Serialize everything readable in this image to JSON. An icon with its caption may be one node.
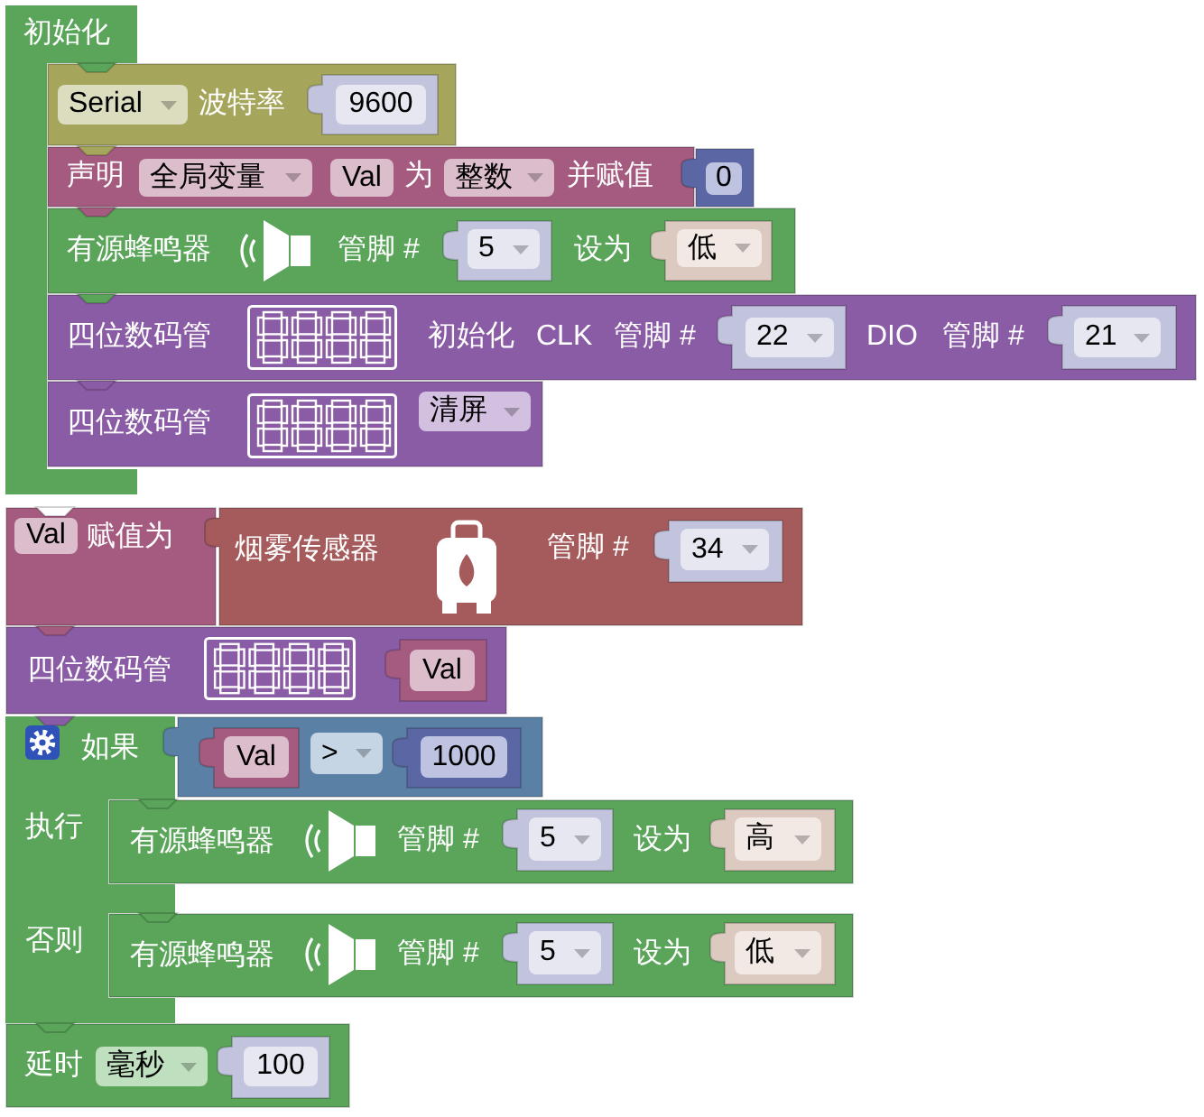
{
  "diagram": {
    "nodes": [
      {
        "text": [
          "初始化"
        ]
      },
      {
        "text": [
          "Serial",
          "波特率"
        ]
      },
      {
        "text": [
          "9600"
        ],
        "in": 1
      },
      {
        "text": [
          "声明",
          "全局变量",
          "Val",
          "为",
          "整数",
          "并赋值"
        ]
      },
      {
        "text": [
          "0"
        ]
      },
      {
        "text": [
          "有源蜂鸣器",
          "管脚 #",
          "设为"
        ]
      },
      {
        "text": [
          "5"
        ],
        "in": 5
      },
      {
        "text": [
          "低"
        ],
        "in": 5
      },
      {
        "text": [
          "四位数码管",
          "初始化",
          "CLK",
          "管脚 #",
          "DIO",
          "管脚 #"
        ]
      },
      {
        "text": [
          "22"
        ],
        "in": 8
      },
      {
        "text": [
          "21"
        ],
        "in": 8
      },
      {
        "text": [
          "四位数码管",
          "清屏"
        ]
      },
      {
        "text": [
          "Val",
          "赋值为"
        ]
      },
      {
        "text": [
          "烟雾传感器",
          "管脚 #"
        ]
      },
      {
        "text": [
          "34"
        ],
        "in": 13
      },
      {
        "text": [
          "四位数码管"
        ]
      },
      {
        "text": [
          "Val"
        ],
        "in": 15
      },
      {
        "text": [
          "如果",
          "执行",
          "否则"
        ]
      },
      {
        "text": [
          ">"
        ]
      },
      {
        "text": [
          "Val"
        ],
        "in": 18
      },
      {
        "text": [
          "1000"
        ],
        "in": 18
      },
      {
        "text": [
          "有源蜂鸣器",
          "管脚 #",
          "设为"
        ]
      },
      {
        "text": [
          "5"
        ],
        "in": 21
      },
      {
        "text": [
          "高"
        ],
        "in": 21
      },
      {
        "text": [
          "有源蜂鸣器",
          "管脚 #",
          "设为"
        ]
      },
      {
        "text": [
          "5"
        ],
        "in": 24
      },
      {
        "text": [
          "低"
        ],
        "in": 24
      },
      {
        "text": [
          "延时",
          "毫秒"
        ]
      },
      {
        "text": [
          "100"
        ],
        "in": 27
      }
    ]
  }
}
